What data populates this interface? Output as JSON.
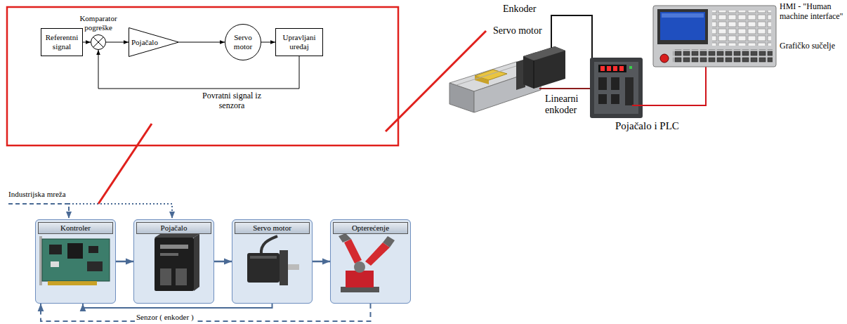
{
  "diagram": {
    "nodes": [
      {
        "text": [
          "Referentni signal"
        ]
      },
      {
        "text": [
          "Komparator pogreške"
        ]
      },
      {
        "text": [
          "Pojačalo"
        ]
      },
      {
        "text": [
          "Servo motor"
        ]
      },
      {
        "text": [
          "Upravljani uređaj"
        ]
      },
      {
        "text": [
          "Kontroler"
        ]
      },
      {
        "text": [
          "Pojačalo"
        ]
      },
      {
        "text": [
          "Servo motor"
        ]
      },
      {
        "text": [
          "Opterećenje"
        ]
      }
    ],
    "edges": [
      {
        "from": 0,
        "to": 1,
        "arrow": "to"
      },
      {
        "from": 1,
        "to": 2,
        "arrow": "to"
      },
      {
        "from": 2,
        "to": 3,
        "arrow": "to"
      },
      {
        "from": 3,
        "to": 4,
        "arrow": "to"
      },
      {
        "from": 4,
        "to": 1,
        "arrow": "to",
        "label": "Povratni signal iz senzora"
      },
      {
        "from": 5,
        "to": 6,
        "arrow": "to"
      },
      {
        "from": 6,
        "to": 7,
        "arrow": "to"
      },
      {
        "from": 7,
        "to": 8,
        "arrow": "to"
      },
      {
        "from": 7,
        "to": 5,
        "arrow": "to",
        "label": "Senzor ( enkoder )"
      },
      {
        "from": 8,
        "to": 5,
        "arrow": "to"
      }
    ],
    "labels": [
      "Enkoder",
      "HMI - \"Human machine interface\"",
      "Servo motor",
      "Grafičko sučelje",
      "Linearni enkoder",
      "Pojačalo i PLC",
      "Industrijska mreža"
    ]
  }
}
